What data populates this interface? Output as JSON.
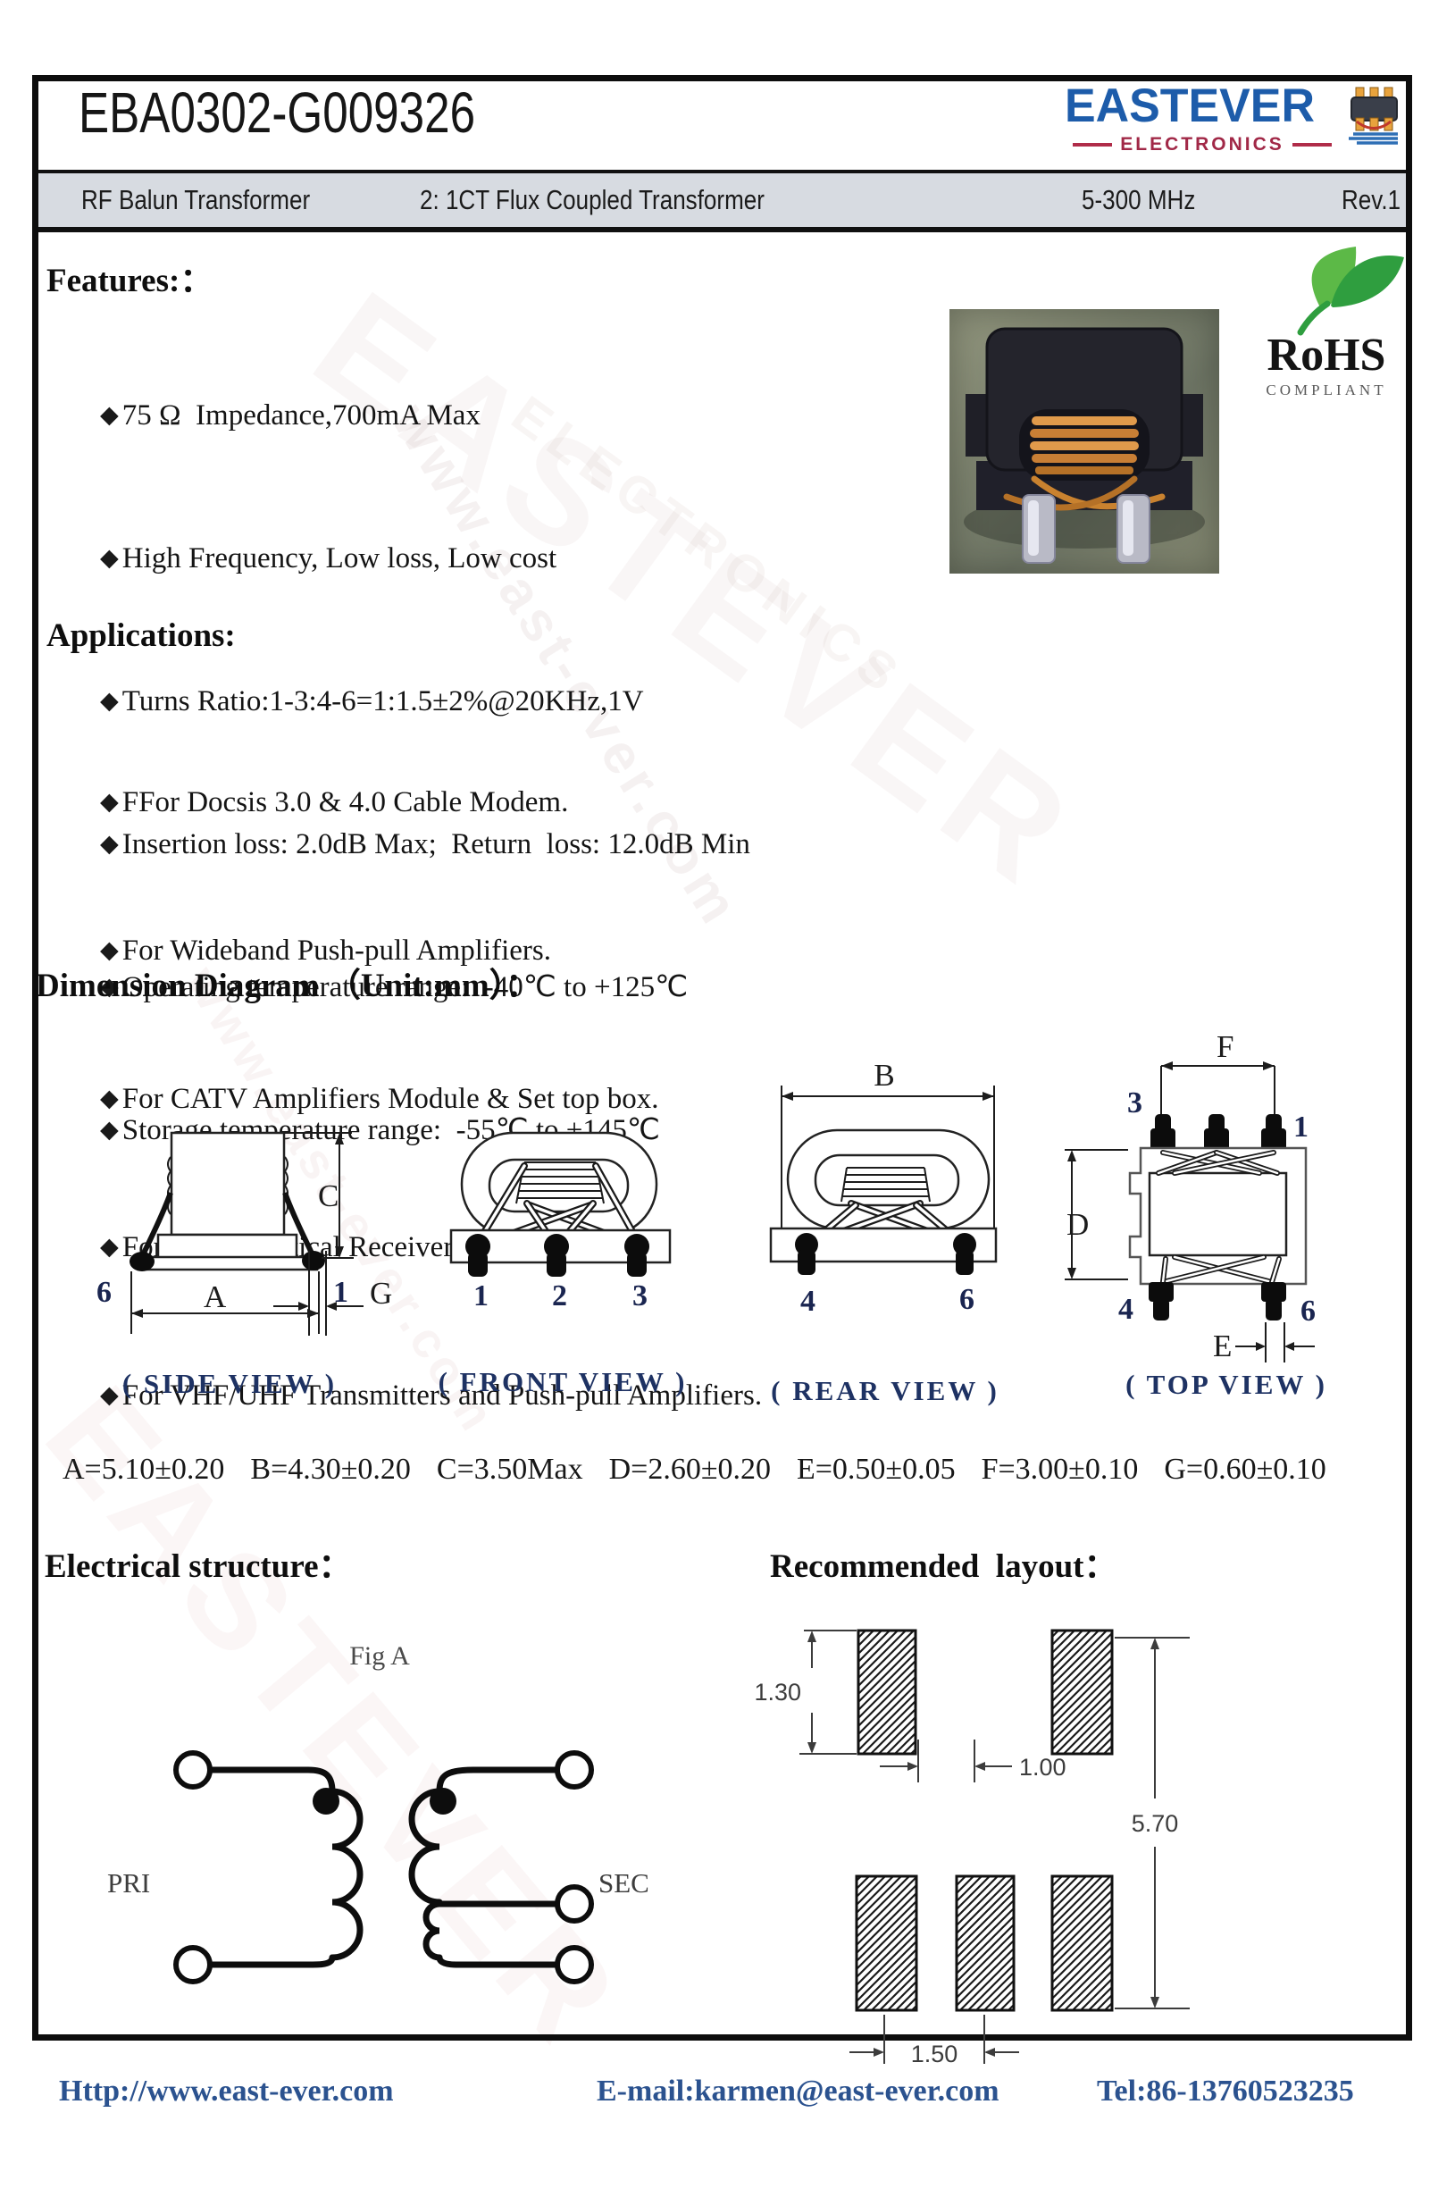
{
  "header": {
    "part_number": "EBA0302-G009326",
    "logo": {
      "brand": "EASTEVER",
      "subtitle": "ELECTRONICS"
    },
    "bar": {
      "product": "RF Balun Transformer",
      "type": "2: 1CT  Flux Coupled Transformer",
      "freq_range": "5-300 MHz",
      "revision": "Rev.1"
    }
  },
  "features": {
    "heading": "Features:：",
    "bullet": "◆",
    "items": [
      "75 Ω  Impedance,700mA Max",
      "High Frequency, Low loss, Low cost",
      "Turns Ratio:1-3:4-6=1:1.5±2%@20KHz,1V",
      "Insertion loss: 2.0dB Max;  Return  loss: 12.0dB Min",
      "Operating temperature range:  -40℃ to +125℃",
      "Storage temperature range:  -55℃ to +145℃"
    ]
  },
  "rohs": {
    "title": "RoHS",
    "subtitle": "COMPLIANT"
  },
  "applications": {
    "heading": "Applications:",
    "items": [
      "FFor Docsis 3.0 & 4.0 Cable Modem.",
      "For Wideband Push-pull Amplifiers.",
      "For CATV Amplifiers Module & Set top box.",
      "For CATV Optical Receivers and Amplifiers.",
      "For VHF/UHF Transmitters and Push-pull Amplifiers."
    ]
  },
  "dimensions": {
    "heading": "Dimension Diagram （Unit:mm）：",
    "values": [
      "A=5.10±0.20",
      "B=4.30±0.20",
      "C=3.50Max",
      "D=2.60±0.20",
      "E=0.50±0.05",
      "F=3.00±0.10",
      "G=0.60±0.10"
    ],
    "side": {
      "caption": "( SIDE  VIEW )",
      "dim_a": "A",
      "dim_c": "C",
      "dim_g": "G",
      "pin6": "6",
      "pin1": "1"
    },
    "front": {
      "caption": "( FRONT VIEW )",
      "pin1": "1",
      "pin2": "2",
      "pin3": "3"
    },
    "rear": {
      "caption": "( REAR  VIEW )",
      "dim_b": "B",
      "pin4": "4",
      "pin6": "6"
    },
    "top": {
      "caption": "( TOP  VIEW )",
      "dim_f": "F",
      "dim_d": "D",
      "dim_e": "E",
      "pin3": "3",
      "pin1": "1",
      "pin4": "4",
      "pin6": "6"
    }
  },
  "electrical": {
    "heading": "Electrical structure：",
    "figure": "Fig A",
    "primary": "PRI",
    "secondary": "SEC"
  },
  "layout": {
    "heading": "Recommended  layout：",
    "pad_height": "1.30",
    "pad_gap": "1.00",
    "overall": "5.70",
    "pitch": "1.50"
  },
  "footer": {
    "website": "Http://www.east-ever.com",
    "email": "E-mail:karmen@east-ever.com",
    "telephone": "Tel:86-13760523235"
  },
  "watermark": {
    "brand": "EASTEVER",
    "sub": "ELECTRONICS",
    "url": "www.east-ever.com"
  },
  "colors": {
    "accent_blue": "#1d5caa",
    "accent_red": "#a12847",
    "bar_bg": "#d7dbe1",
    "caption_navy": "#1e3263",
    "footer_blue": "#2b528f",
    "rohs_green": "#2f9e3f"
  }
}
